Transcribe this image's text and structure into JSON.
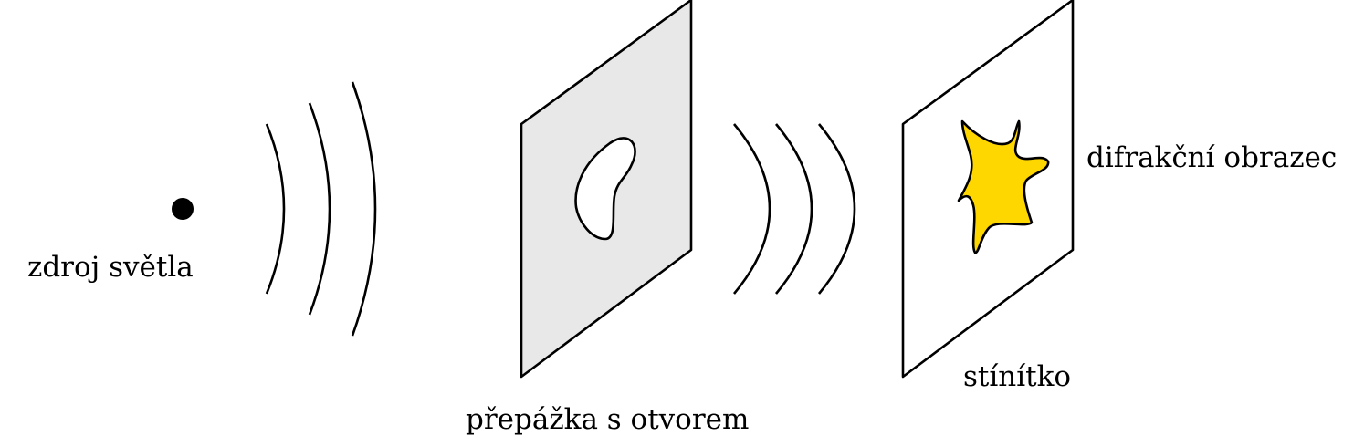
{
  "labels": {
    "source": "zdroj světla",
    "barrier": "přepážka s otvorem",
    "screen": "stínítko",
    "pattern": "difrakční obrazec"
  },
  "colors": {
    "stroke": "#000000",
    "barrier_fill": "#e8e8e8",
    "screen_fill": "#ffffff",
    "pattern_fill": "#ffd700",
    "background": "#ffffff"
  }
}
